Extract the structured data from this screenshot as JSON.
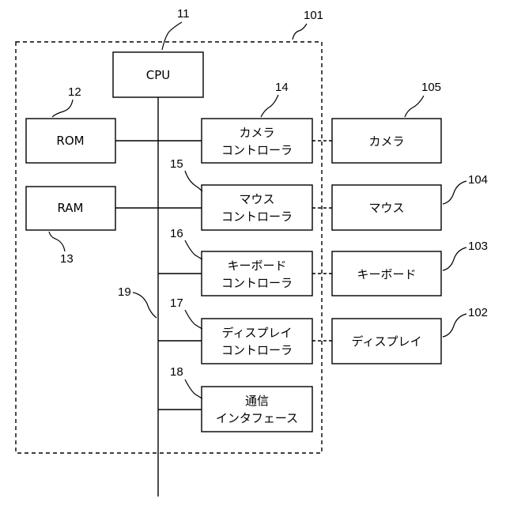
{
  "blocks": {
    "cpu": "CPU",
    "rom": "ROM",
    "ram": "RAM",
    "camera_ctrl": [
      "カメラ",
      "コントローラ"
    ],
    "mouse_ctrl": [
      "マウス",
      "コントローラ"
    ],
    "keyboard_ctrl": [
      "キーボード",
      "コントローラ"
    ],
    "display_ctrl": [
      "ディスプレイ",
      "コントローラ"
    ],
    "comm_if": [
      "通信",
      "インタフェース"
    ],
    "camera": "カメラ",
    "mouse": "マウス",
    "keyboard": "キーボード",
    "display": "ディスプレイ"
  },
  "refs": {
    "device": "101",
    "cpu": "11",
    "rom": "12",
    "ram": "13",
    "camera_ctrl": "14",
    "mouse_ctrl": "15",
    "keyboard_ctrl": "16",
    "display_ctrl": "17",
    "comm_if": "18",
    "bus": "19",
    "display": "102",
    "keyboard": "103",
    "mouse": "104",
    "camera": "105"
  }
}
